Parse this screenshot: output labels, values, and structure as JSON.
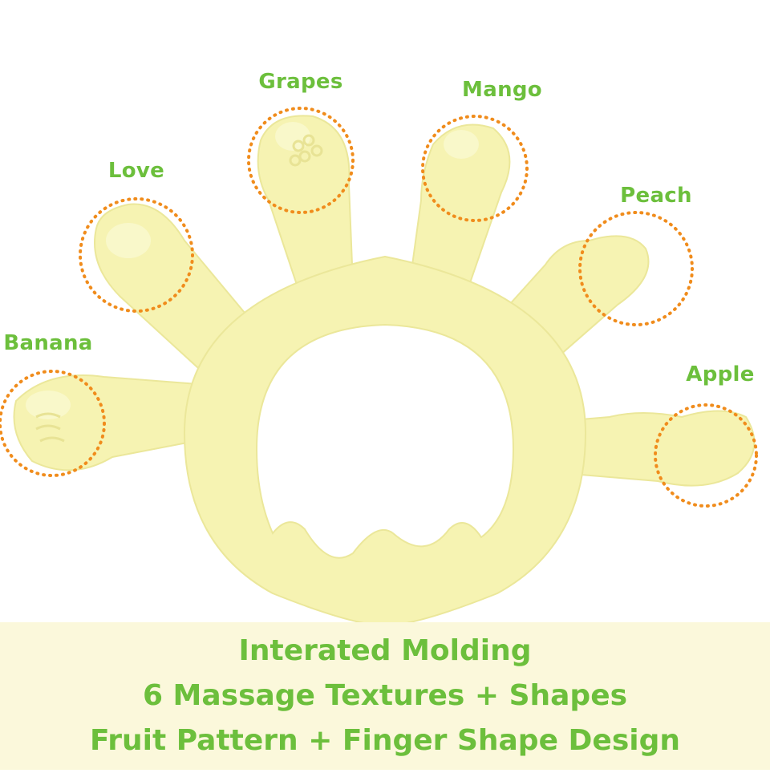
{
  "colors": {
    "teether": "#f6f3b2",
    "teether_shade": "#ebe79a",
    "dotted_ring": "#f08c1c",
    "label_text": "#6cbf3c",
    "band": "#fbf8db"
  },
  "labels": {
    "grapes": "Grapes",
    "mango": "Mango",
    "love": "Love",
    "peach": "Peach",
    "banana": "Banana",
    "apple": "Apple"
  },
  "caption": {
    "line1": "Interated Molding",
    "line2": "6 Massage Textures + Shapes",
    "line3": "Fruit Pattern + Finger Shape Design"
  }
}
